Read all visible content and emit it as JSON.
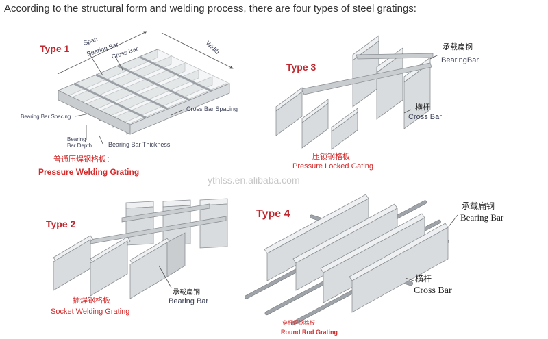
{
  "intro": "According to the structural form and welding process, there are four types of steel gratings:",
  "watermark": "ythlss.en.alibaba.com",
  "type1": {
    "label": "Type 1",
    "span": "Span",
    "bearing_bar": "Bearing Bar",
    "cross_bar": "Cross Bar",
    "width": "Width",
    "cross_bar_spacing": "Cross Bar Spacing",
    "bearing_bar_spacing": "Bearing Bar Spacing",
    "bearing_bar_depth": [
      "Bearing",
      "Bar Depth"
    ],
    "bearing_bar_thickness": "Bearing Bar Thickness",
    "caption_zh": "普通压焊钢格板：",
    "caption_en": "Pressure Welding Grating"
  },
  "type2": {
    "label": "Type 2",
    "bearing_bar_zh": "承载扁钢",
    "bearing_bar_en": "Bearing Bar",
    "caption_zh": "插焊钢格板",
    "caption_en": "Socket Welding  Grating"
  },
  "type3": {
    "label": "Type 3",
    "bearing_bar_zh": "承载扁钢",
    "bearing_bar_en": "BearingBar",
    "cross_bar_zh": "横杆",
    "cross_bar_en": "Cross Bar",
    "caption_zh": "压锁钢格板",
    "caption_en": "Pressure Locked Gating"
  },
  "type4": {
    "label": "Type 4",
    "bearing_bar_zh": "承载扁钢",
    "bearing_bar_en": "Bearing Bar",
    "cross_bar_zh": "横杆",
    "cross_bar_en": "Cross Bar",
    "caption_zh": "穿杆焊钢格板",
    "caption_en": "Round Rod Grating"
  }
}
